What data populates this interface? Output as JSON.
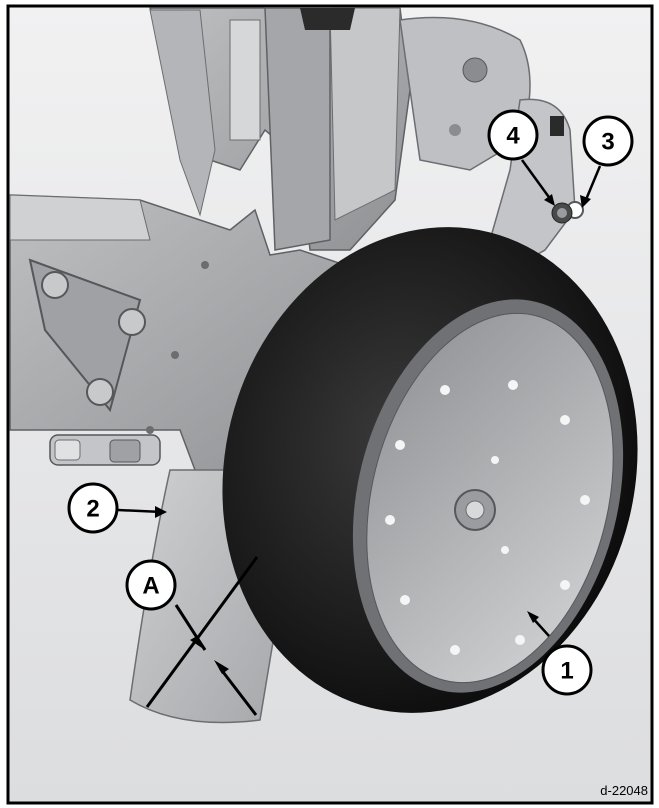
{
  "figure": {
    "id": "d-22048",
    "callouts": [
      {
        "label": "1"
      },
      {
        "label": "2"
      },
      {
        "label": "3"
      },
      {
        "label": "4"
      },
      {
        "label": "A"
      }
    ]
  },
  "colors": {
    "frame": "#000000",
    "background": "#e6e7e8",
    "metal_light": "#c9cacc",
    "metal_mid": "#a9abae",
    "metal_dark": "#7d7f82",
    "tire": "#1a1a1a",
    "hub": "#b5b7ba"
  }
}
